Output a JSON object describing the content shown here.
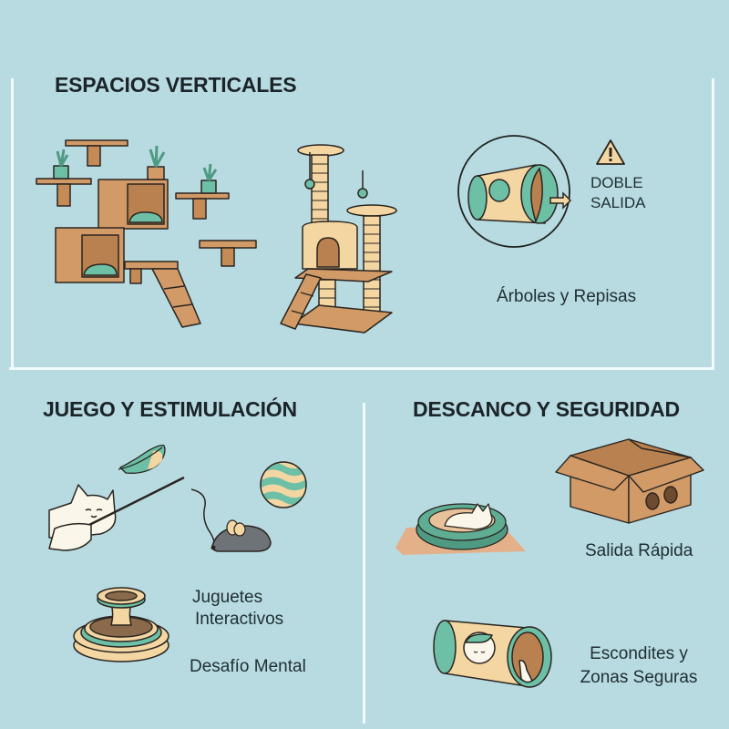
{
  "sections": {
    "vertical": {
      "title": "ESPACIOS VERTICALES",
      "warning_label_line1": "DOBLE",
      "warning_label_line2": "SALIDA",
      "caption": "Árboles y Repisas"
    },
    "play": {
      "title": "JUEGO Y ESTIMULACIÓN",
      "caption1_line1": "Juguetes",
      "caption1_line2": "Interactivos",
      "caption2": "Desafío Mental"
    },
    "rest": {
      "title": "DESCANCO Y SEGURIDAD",
      "caption1": "Salida Rápida",
      "caption2_line1": "Escondites y",
      "caption2_line2": "Zonas Seguras"
    }
  },
  "icons": [
    "wall-shelves-illustration",
    "cat-tree-illustration",
    "tunnel-double-exit-illustration",
    "warning-icon",
    "arrow-right-icon",
    "cat-wand-toy-illustration",
    "feather-icon",
    "toy-mouse-icon",
    "striped-ball-icon",
    "treat-puzzle-feeder-illustration",
    "cat-bed-illustration",
    "cardboard-box-illustration",
    "cat-tunnel-illustration"
  ],
  "colors": {
    "background": "#b8dbe1",
    "frame": "#f2fbfc",
    "wood": "#d19a66",
    "wood_dark": "#b9814f",
    "cream": "#f3d6a2",
    "teal": "#6dbfa5",
    "teal_dark": "#4f9a83",
    "outline": "#2a2520",
    "text": "#1f2a2e"
  }
}
